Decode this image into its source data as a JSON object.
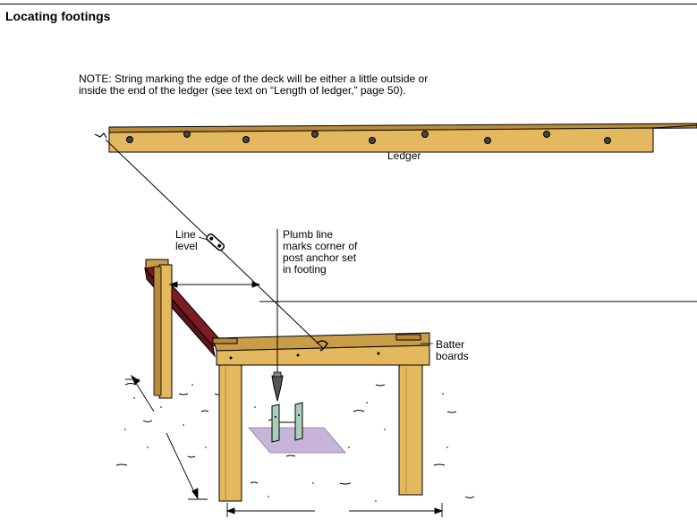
{
  "title": "Locating footings",
  "note": "NOTE: String marking the edge of the deck will be either a little outside or inside the end of the ledger (see text on “Length of ledger,” page 50).",
  "labels": {
    "ledger": "Ledger",
    "line_level": [
      "Line",
      "level"
    ],
    "plumb_line": [
      "Plumb line",
      "marks corner of",
      "post anchor set",
      "in footing"
    ],
    "batter_boards": [
      "Batter",
      "boards"
    ]
  },
  "colors": {
    "wood": "#e3b85f",
    "wood_dark": "#b98a3b",
    "wood_edge": "#6b4a1c",
    "board_dark": "#7a1e24",
    "gravel": "#c8b4d8",
    "anchor": "#a8d0b8",
    "ink": "#000000"
  }
}
